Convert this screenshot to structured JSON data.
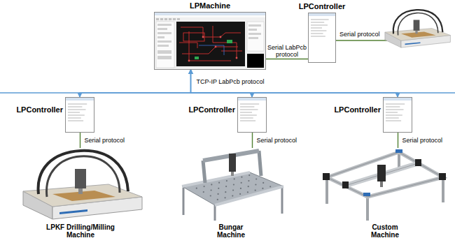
{
  "diagram": {
    "nodes": [
      {
        "text": [
          "LPMachine"
        ]
      },
      {
        "text": [
          "LPController"
        ]
      },
      {
        "text": [
          "LPController"
        ]
      },
      {
        "text": [
          "LPController"
        ]
      },
      {
        "text": [
          "LPController"
        ]
      },
      {
        "text": [
          "LPKF Drilling/Milling Machine"
        ]
      },
      {
        "text": [
          "Bungar Machine"
        ]
      },
      {
        "text": [
          "Custom Machine"
        ]
      }
    ],
    "edges": [
      {
        "from": 0,
        "to": 1,
        "arrow": "none",
        "label": "Serial LabPcb protocol"
      },
      {
        "from": 0,
        "to": 2,
        "arrow": "both",
        "label": "TCP-IP LabPcb protocol"
      },
      {
        "from": 0,
        "to": 3,
        "arrow": "both"
      },
      {
        "from": 0,
        "to": 4,
        "arrow": "both"
      },
      {
        "from": 2,
        "to": 5,
        "arrow": "none",
        "label": "Serial protocol"
      },
      {
        "from": 3,
        "to": 6,
        "arrow": "none",
        "label": "Serial protocol"
      },
      {
        "from": 4,
        "to": 7,
        "arrow": "none",
        "label": "Serial protocol"
      }
    ],
    "labels": [
      "Serial protocol"
    ]
  }
}
